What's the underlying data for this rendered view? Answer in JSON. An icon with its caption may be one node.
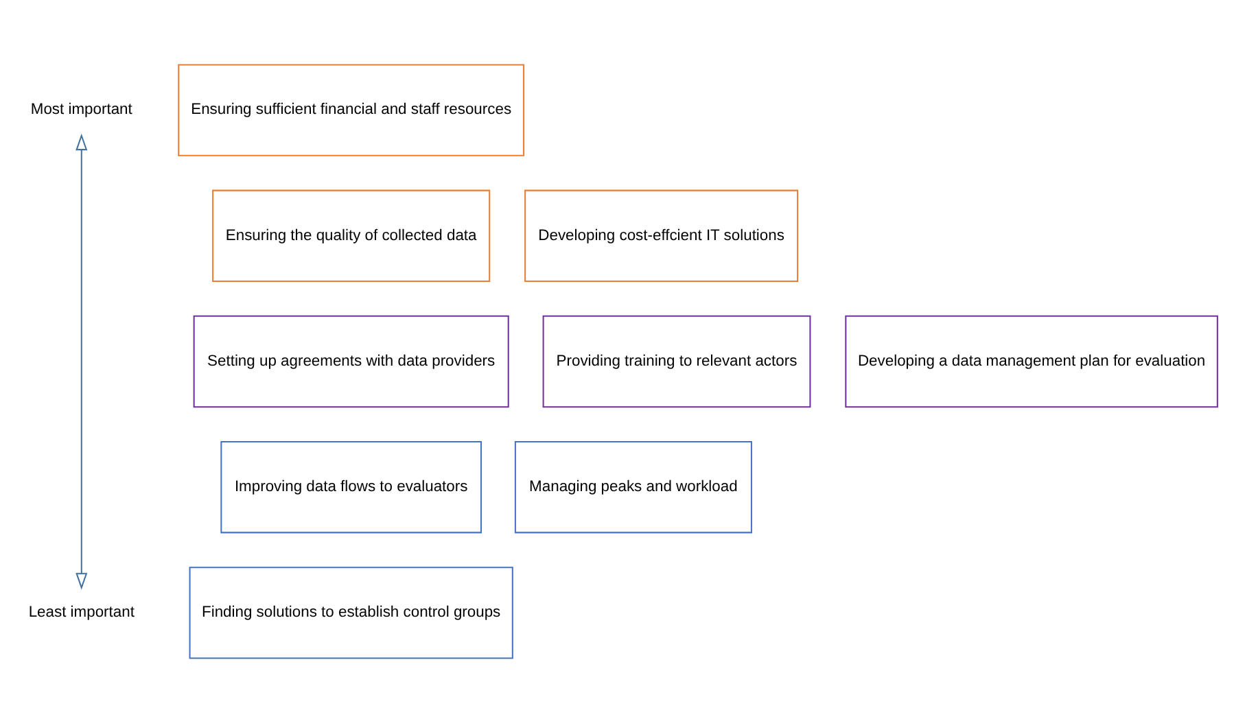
{
  "diagram": {
    "nodes": [
      {
        "text": [
          "Most important"
        ]
      },
      {
        "text": [
          "Least important"
        ]
      },
      {
        "text": [
          "Ensuring sufficient financial and staff resources"
        ]
      },
      {
        "text": [
          "Developing cost-effcient IT solutions"
        ]
      },
      {
        "text": [
          "Ensuring the quality of collected data"
        ]
      },
      {
        "text": [
          "Providing training to relevant actors"
        ]
      },
      {
        "text": [
          "Developing a data management plan for evaluation"
        ]
      },
      {
        "text": [
          "Setting up agreements with data providers"
        ]
      },
      {
        "text": [
          "Managing peaks and workload"
        ]
      },
      {
        "text": [
          "Improving data flows to evaluators"
        ]
      },
      {
        "text": [
          "Finding solutions to establish control groups"
        ]
      }
    ],
    "edges": [
      {
        "from": 0,
        "to": 1,
        "arrow": "both",
        "color": "#41719c"
      }
    ]
  }
}
